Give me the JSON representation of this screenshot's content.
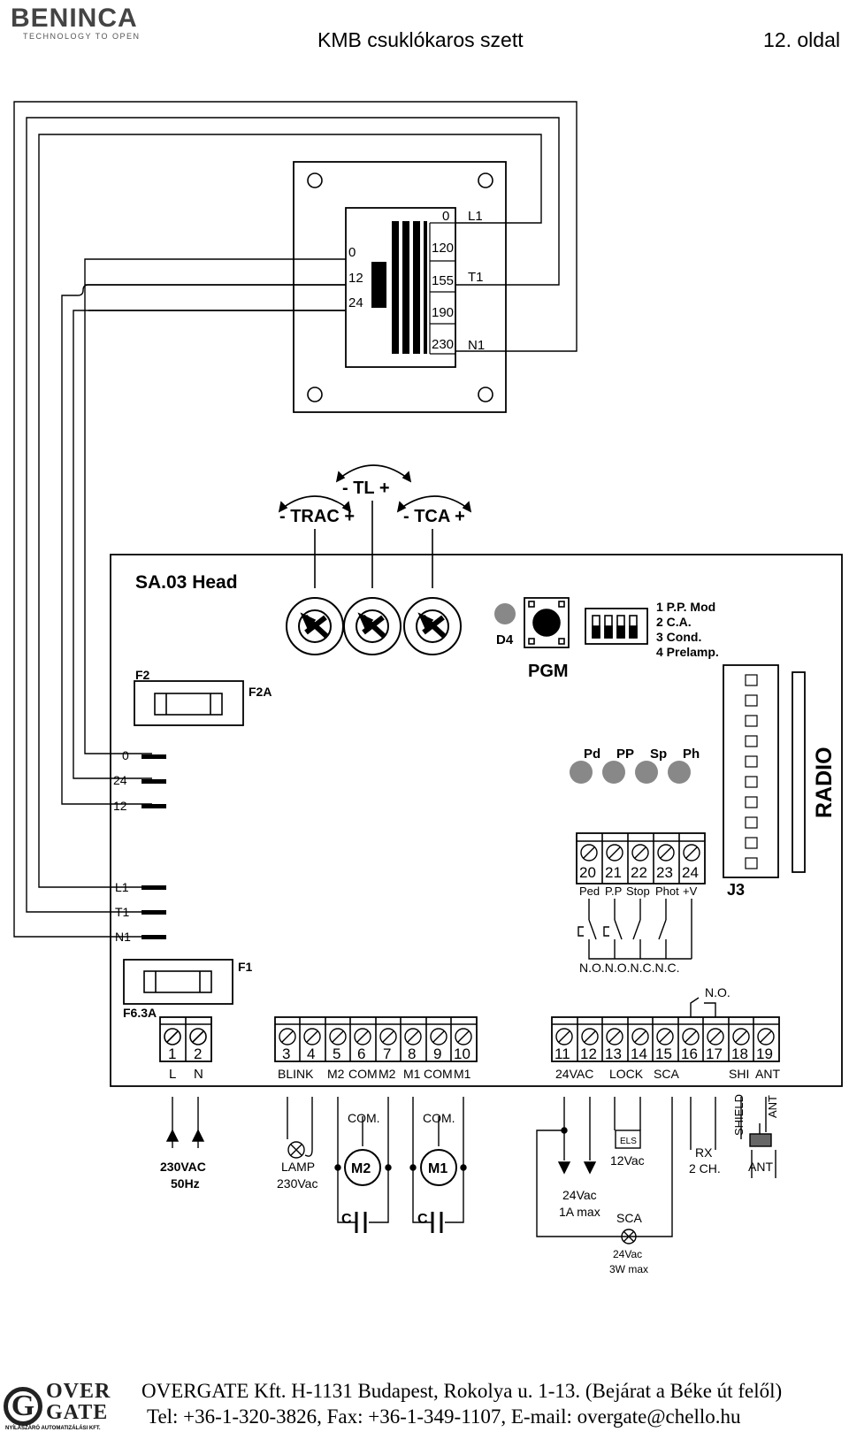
{
  "header": {
    "brand": "BENINCA",
    "brand_tagline": "TECHNOLOGY TO OPEN",
    "title": "KMB csuklókaros szett",
    "page": "12. oldal"
  },
  "transformer": {
    "secondary_taps": [
      "0",
      "12",
      "24"
    ],
    "primary_taps": [
      "0",
      "120",
      "155",
      "190",
      "230"
    ],
    "outputs": [
      "L1",
      "T1",
      "N1"
    ]
  },
  "trimmers": {
    "trac": "- TRAC +",
    "tl": "- TL +",
    "tca": "- TCA +"
  },
  "board": {
    "name": "SA.03 Head",
    "led_d4": "D4",
    "pgm_button": "PGM",
    "dip_labels": [
      "1 P.P. Mod",
      "2 C.A.",
      "3 Cond.",
      "4 Prelamp."
    ],
    "fuse_f2": "F2",
    "fuse_f2_rating": "F2A",
    "fuse_f1": "F1",
    "fuse_f1_rating": "F6.3A",
    "tr_inputs": [
      "0",
      "24",
      "12"
    ],
    "mains_inputs": [
      "L1",
      "T1",
      "N1"
    ],
    "status_leds": [
      "Pd",
      "PP",
      "Sp",
      "Ph"
    ],
    "radio": "RADIO",
    "connector_j3": "J3"
  },
  "input_block": {
    "numbers": [
      "20",
      "21",
      "22",
      "23",
      "24"
    ],
    "labels": [
      "Ped",
      "P.P",
      "Stop",
      "Phot",
      "+V"
    ],
    "contact_types": "N.O.N.O.N.C.N.C."
  },
  "terminals_left": {
    "numbers": [
      "1",
      "2"
    ],
    "labels": [
      "L",
      "N"
    ]
  },
  "terminals_mid": {
    "numbers": [
      "3",
      "4",
      "5",
      "6",
      "7",
      "8",
      "9",
      "10"
    ],
    "labels": [
      "BLINK",
      "M2",
      "COM",
      "M2",
      "M1",
      "COM",
      "M1"
    ]
  },
  "terminals_right": {
    "numbers": [
      "11",
      "12",
      "13",
      "14",
      "15",
      "16",
      "17",
      "18",
      "19"
    ],
    "labels": [
      "24VAC",
      "LOCK",
      "SCA",
      "SHI",
      "ANT"
    ],
    "no_contact": "N.O."
  },
  "external": {
    "mains": [
      "230VAC",
      "50Hz"
    ],
    "lamp": [
      "LAMP",
      "230Vac"
    ],
    "com_m2": "COM.",
    "com_m1": "COM.",
    "motor2": "M2",
    "motor1": "M1",
    "capacitor": "C",
    "supply_24v": [
      "24Vac",
      "1A max"
    ],
    "lock": "ELS",
    "lock_voltage": "12Vac",
    "rx": [
      "RX",
      "2 CH."
    ],
    "shield": "SHIELD",
    "ant_vertical": "ANT",
    "antenna": "ANT",
    "sca": "SCA",
    "sca_lamp": [
      "24Vac",
      "3W max"
    ]
  },
  "footer": {
    "logo_line1": "OVER",
    "logo_line2": "GATE",
    "logo_letter": "G",
    "logo_tagline": "NYÍLÁSZÁRÓ AUTOMATIZÁLÁSI KFT.",
    "line1": "OVERGATE Kft. H-1131 Budapest, Rokolya u. 1-13. (Bejárat a Béke út felől)",
    "line2": "Tel: +36-1-320-3826, Fax: +36-1-349-1107, E-mail: overgate@chello.hu"
  }
}
